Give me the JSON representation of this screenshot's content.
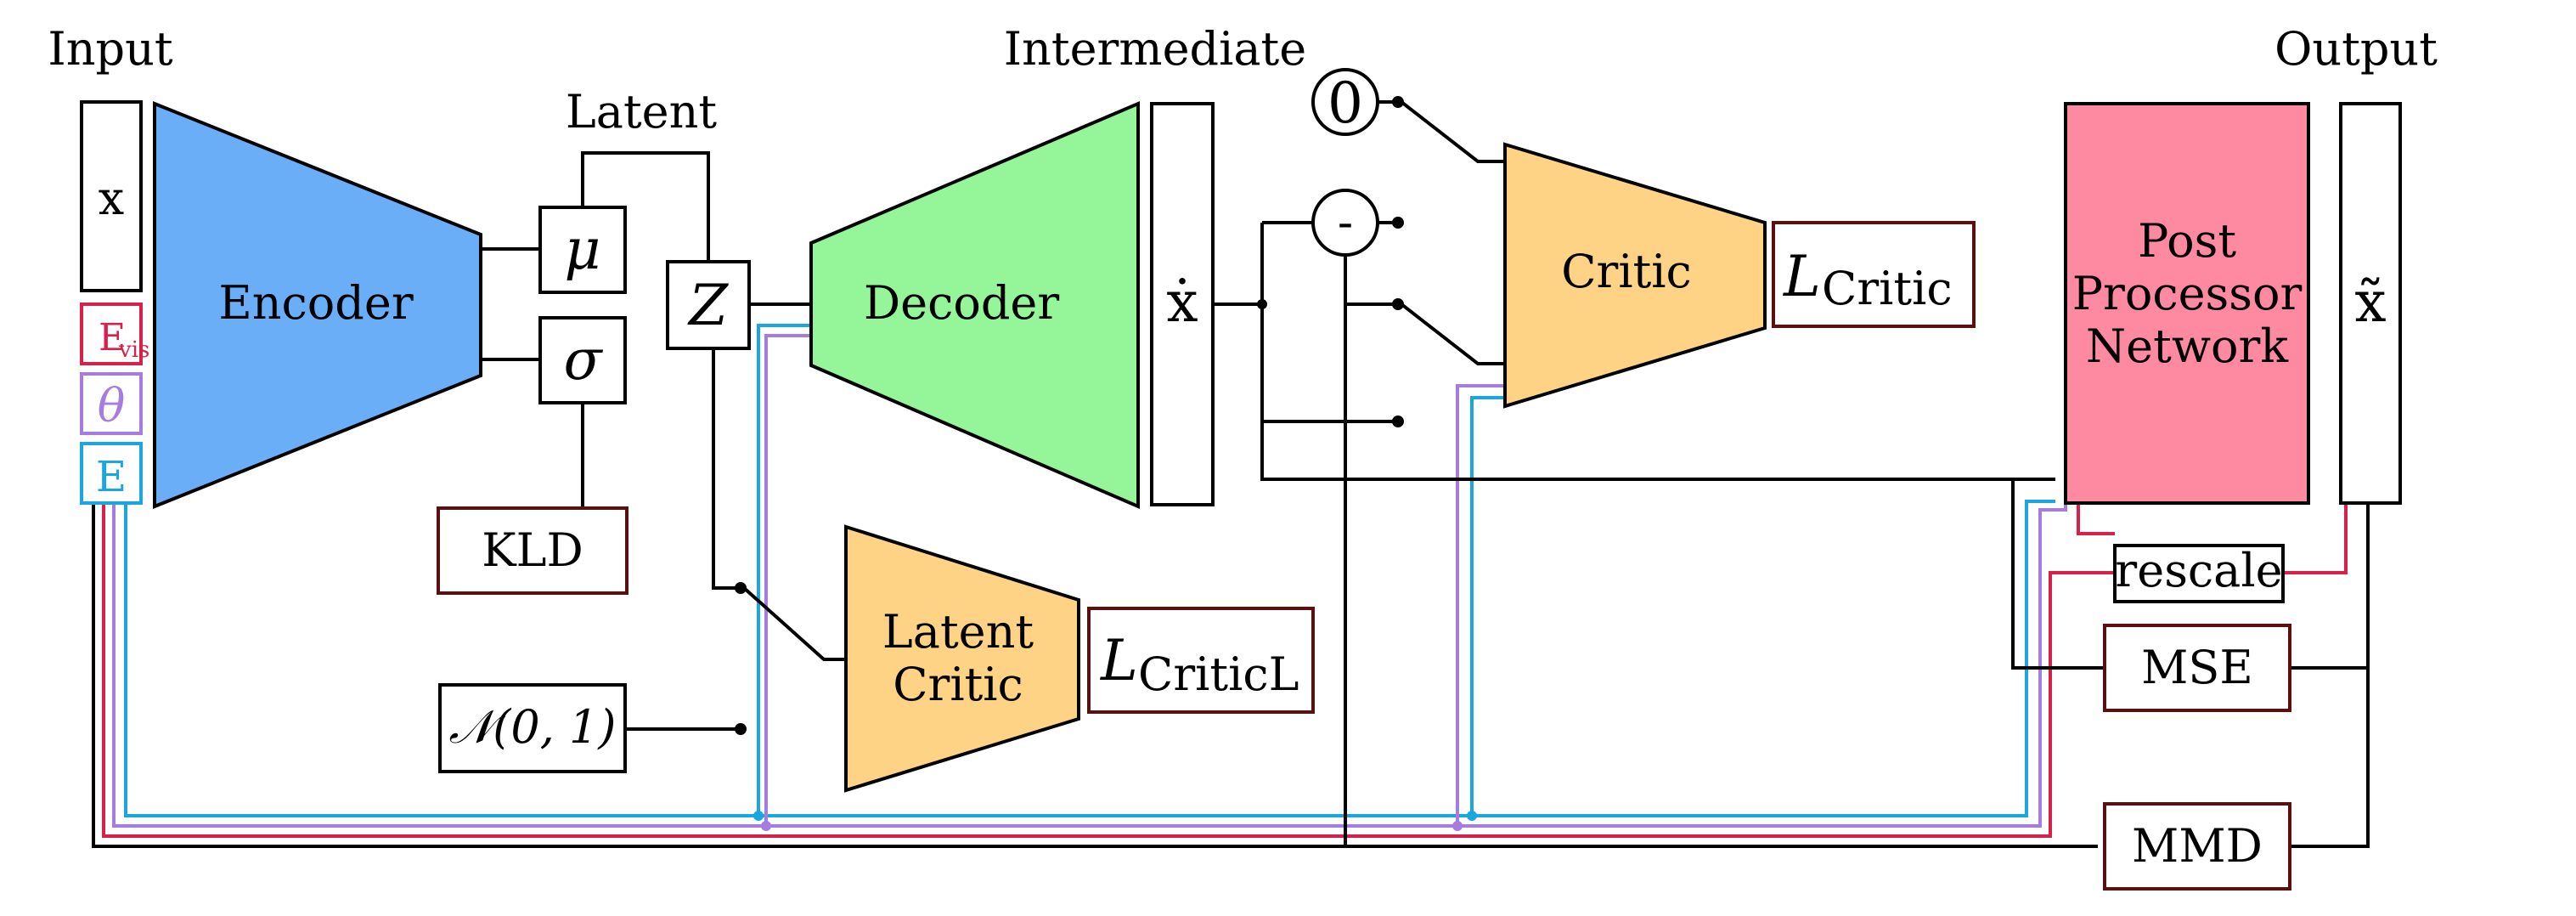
{
  "headers": {
    "input": "Input",
    "latent": "Latent",
    "intermediate": "Intermediate",
    "output": "Output"
  },
  "inputs": {
    "x": "x",
    "evis_main": "E",
    "evis_sub": "vis",
    "theta": "θ",
    "e": "E"
  },
  "blocks": {
    "encoder": "Encoder",
    "decoder": "Decoder",
    "critic": "Critic",
    "latent_critic_line1": "Latent",
    "latent_critic_line2": "Critic",
    "post_line1": "Post",
    "post_line2": "Processor",
    "post_line3": "Network"
  },
  "latent": {
    "mu": "μ",
    "sigma": "σ",
    "z": "Z",
    "normal": "𝒩(0, 1)"
  },
  "signals": {
    "x_dot": "ẋ",
    "x_tilde": "x̃",
    "zero": "0",
    "minus": "-"
  },
  "losses": {
    "kld": "KLD",
    "l_critic_main": "L",
    "l_critic_sub": "Critic",
    "l_criticl_main": "L",
    "l_criticl_sub": "CriticL",
    "rescale": "rescale",
    "mse": "MSE",
    "mmd": "MMD"
  },
  "colors": {
    "encoder": "#6aaef7",
    "decoder": "#94f599",
    "critic": "#fed385",
    "post_processor": "#fd8aa0",
    "evis_line": "#d8204a",
    "theta_line": "#a77ce0",
    "e_line": "#1aa7e0"
  }
}
